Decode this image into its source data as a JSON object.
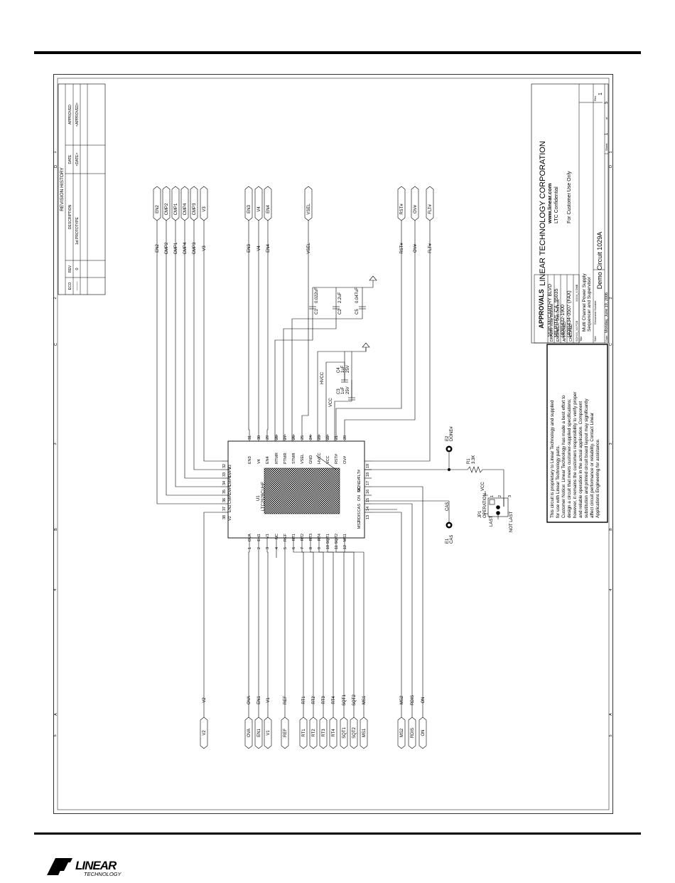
{
  "revision_history": {
    "title": "REVISION HISTORY",
    "headers": [
      "ECO",
      "REV",
      "DESCRIPTION",
      "DATE",
      "APPROVED"
    ],
    "row": {
      "eco": "--------",
      "rev": "0",
      "description": "1st PROTOTYPE",
      "date": "<DATE>",
      "approved": "<APPROVED>"
    }
  },
  "company": {
    "name": "LINEAR TECHNOLOGY CORPORATION",
    "address1": "1630 McCARTHY BLVD",
    "web": "www.linear.com",
    "address2": "MILPITAS, CA. 95035",
    "confidential": "LTC Confidential",
    "phone": "(408)432-1900",
    "fax": "(408)434-0507 (FAX)",
    "customer_use": "For Customer Use Only"
  },
  "title_block": {
    "title_label": "Title",
    "title_line1": "Multi Channel Power Supply",
    "title_line2": "Sequencer and Supervisor",
    "size_label": "Size",
    "doc_label": "Document Number",
    "doc_number": "Demo Circuit 1029A",
    "rev_label": "Rev",
    "rev": "1",
    "date_label": "Date:",
    "date": "Monday, June 19, 2006",
    "sheet_label": "Sheet",
    "sheet": "1",
    "of_label": "of",
    "sheet_total": "5"
  },
  "approvals": {
    "title": "APPROVALS",
    "drawn": "DRAWN: Rudy Bautista",
    "engineer": "ENGINEER: Vlad Ostrerov",
    "approved": "APPROVED:",
    "checked": "CHECKED:",
    "schematic": "SCHXX_XX PCB",
    "pcb": "XXXX_X DMB"
  },
  "notice": {
    "line1": "This circuit is proprietary to Linear Technology and supplied",
    "line2": "for use with Linear Technology parts.",
    "line3": "Customer Notice: Linear Technology has made a best effort to",
    "line4": "design a circuit that meets customer-supplied specifications;",
    "line5": "however, it remains the customers responsibility to verify proper",
    "line6": "and reliable operation in the actual application. Component",
    "line7": "substitution and printed circuit board layout may significantly",
    "line8": "affect circuit performance or reliability. Contact Linear",
    "line9": "Applications Engineering for assistance."
  },
  "ic": {
    "ref": "U1",
    "part": "LTC2928CUHF"
  },
  "components": {
    "c1_ref": "C1",
    "c1_val": "0.022uF",
    "c2_ref": "C2",
    "c2_val": "2.2uF",
    "c5_ref": "C5",
    "c5_val": "0.047uF",
    "c3_ref": "C3",
    "c3_val": "1uF",
    "c3_v": "25V",
    "c4_ref": "C4",
    "c4_val": "1uF",
    "c4_v": "25V",
    "r1_ref": "R1",
    "r1_val": "3.3K",
    "jp1_ref": "JP1",
    "jp1_name": "OPERATION",
    "jp1_last": "LAST",
    "jp1_notlast": "NOT LAST",
    "e1_ref": "E1",
    "e1_name": "CAS",
    "e2_ref": "E2",
    "e2_name": "DONE#",
    "vcc": "VCC",
    "hvcc": "HVCC",
    "cas_net": "CAS"
  },
  "pins_top": [
    {
      "num": "31",
      "name": "EN3"
    },
    {
      "num": "30",
      "name": "V4"
    },
    {
      "num": "29",
      "name": "EN4"
    },
    {
      "num": "28",
      "name": "RTMR"
    },
    {
      "num": "27",
      "name": "PTMR"
    },
    {
      "num": "26",
      "name": "STMR"
    },
    {
      "num": "25",
      "name": "VSEL"
    },
    {
      "num": "24",
      "name": "GND"
    },
    {
      "num": "23",
      "name": "HVCC"
    },
    {
      "num": "22",
      "name": "VCC"
    },
    {
      "num": "21",
      "name": "RST#"
    },
    {
      "num": "20",
      "name": "OV#"
    }
  ],
  "pins_bottom": [
    {
      "num": "1",
      "name": "OVA"
    },
    {
      "num": "2",
      "name": "EN1"
    },
    {
      "num": "3",
      "name": "V1"
    },
    {
      "num": "4",
      "name": "NC"
    },
    {
      "num": "5",
      "name": "REF"
    },
    {
      "num": "6",
      "name": "RT1"
    },
    {
      "num": "7",
      "name": "RT2"
    },
    {
      "num": "8",
      "name": "RT3"
    },
    {
      "num": "9",
      "name": "RT4"
    },
    {
      "num": "10",
      "name": "SQT1"
    },
    {
      "num": "11",
      "name": "SQT2"
    },
    {
      "num": "12",
      "name": "MS1"
    }
  ],
  "pins_left": [
    {
      "num": "32",
      "name": "V3"
    },
    {
      "num": "33",
      "name": "CMP3"
    },
    {
      "num": "34",
      "name": "CMP4"
    },
    {
      "num": "35",
      "name": "CMP1"
    },
    {
      "num": "36",
      "name": "CMP2"
    },
    {
      "num": "37",
      "name": "EN2"
    },
    {
      "num": "38",
      "name": "V2"
    }
  ],
  "pins_right": [
    {
      "num": "19",
      "name": "FLT#"
    },
    {
      "num": "18",
      "name": "DONE#"
    },
    {
      "num": "17",
      "name": "NC"
    },
    {
      "num": "16",
      "name": "ON"
    },
    {
      "num": "15",
      "name": "CAS"
    },
    {
      "num": "14",
      "name": "RDIS"
    },
    {
      "num": "13",
      "name": "MS2"
    }
  ],
  "connectors_top": [
    "EN2",
    "CMP2",
    "CMP1",
    "CMP4",
    "CMP3",
    "V3",
    "EN3",
    "V4",
    "EN4",
    "VSEL",
    "RST#",
    "OV#",
    "FLT#"
  ],
  "connectors_bottom": [
    "V2",
    "OVA",
    "EN1",
    "V1",
    "REF",
    "RT1",
    "RT2",
    "RT3",
    "RT4",
    "SQT1",
    "SQT2",
    "MS1",
    "MS2",
    "RDIS",
    "ON"
  ],
  "border": {
    "letters": [
      "D",
      "C",
      "B",
      "A"
    ],
    "numbers": [
      "1",
      "2",
      "3",
      "4",
      "5"
    ]
  },
  "logo": {
    "text": "LINEAR",
    "sub": "TECHNOLOGY"
  }
}
